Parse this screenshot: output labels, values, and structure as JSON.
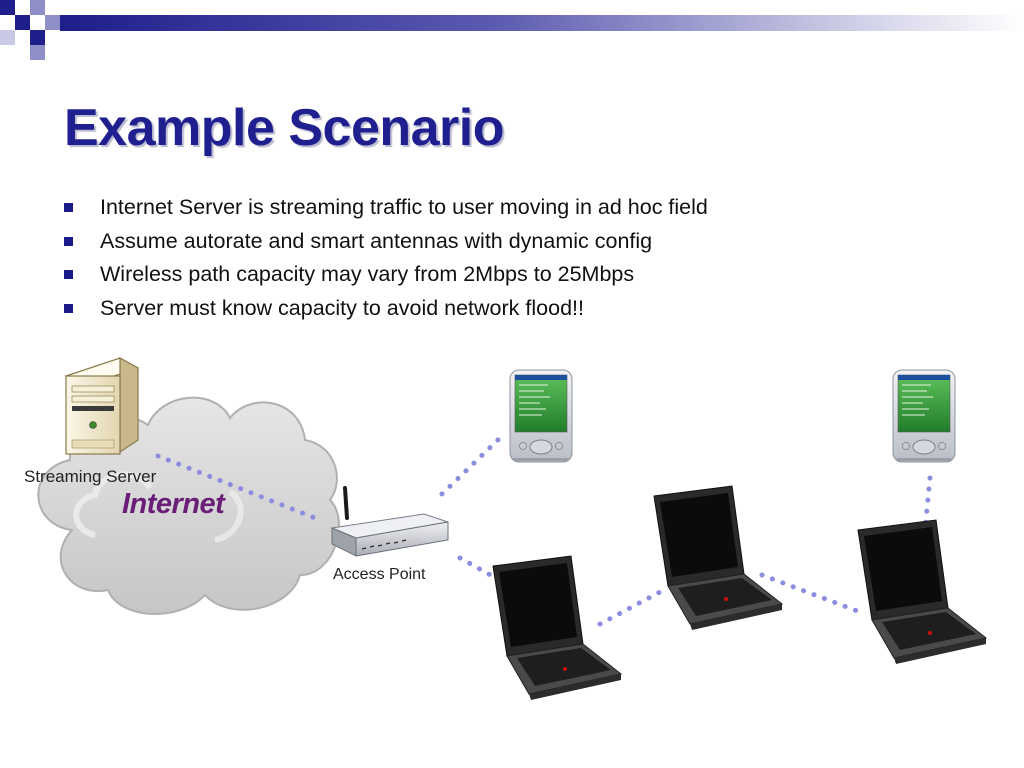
{
  "slide": {
    "title": "Example Scenario",
    "bullets": [
      "Internet Server is streaming traffic to user moving in ad hoc  field",
      "Assume autorate and smart antennas with dynamic config",
      "Wireless path capacity may vary from 2Mbps to 25Mbps",
      "Server must know capacity to avoid network flood!!"
    ]
  },
  "diagram": {
    "server_label": "Streaming Server",
    "cloud_label": "Internet",
    "access_point_label": "Access Point"
  },
  "colors": {
    "title": "#1f1f8f",
    "bullet_marker": "#1a1a8a",
    "internet_label": "#6b1e78",
    "wireless_link": "#8c8ce0",
    "screen_green": "#2f9a38",
    "cloud": "#d4d4d4"
  },
  "icons": [
    "server-icon",
    "cloud-icon",
    "router-icon",
    "pda-icon",
    "laptop-icon"
  ]
}
